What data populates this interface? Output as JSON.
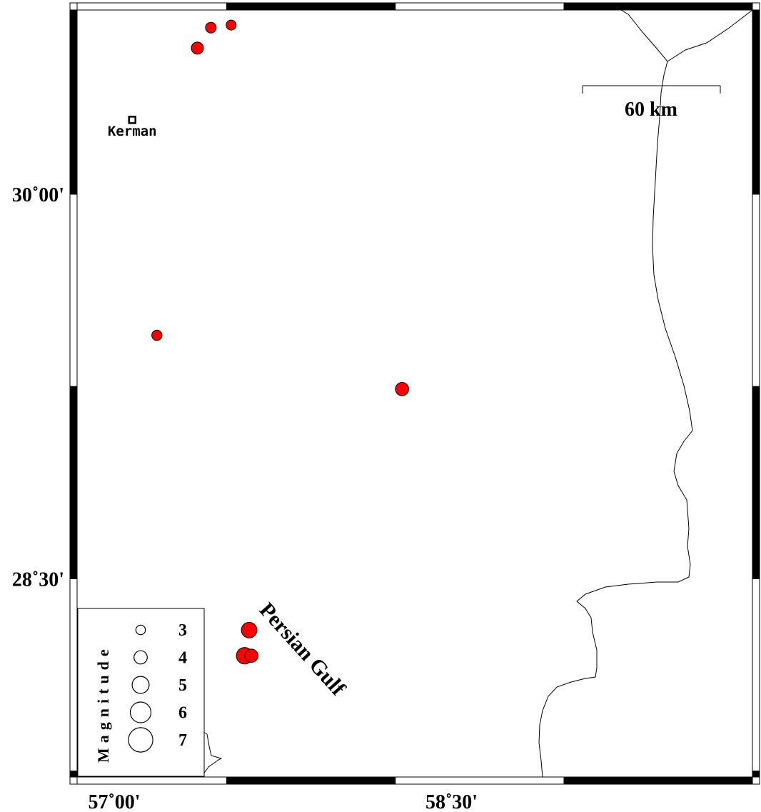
{
  "map": {
    "lat_labels": [
      {
        "lat": 30.0,
        "label": "30˚00'"
      },
      {
        "lat": 28.5,
        "label": "28˚30'"
      }
    ],
    "lon_labels": [
      {
        "lon": 57.0,
        "label": "57˚00'"
      },
      {
        "lon": 58.5,
        "label": "58˚30'"
      }
    ],
    "city": {
      "name": "Kerman",
      "lon": 57.08,
      "lat": 30.29
    },
    "scale_bar": {
      "label": "60 km"
    },
    "region_label": "Persian Gulf",
    "earthquakes": [
      {
        "lon": 57.43,
        "lat": 30.65,
        "mag": 3.3
      },
      {
        "lon": 57.52,
        "lat": 30.66,
        "mag": 3.1
      },
      {
        "lon": 57.37,
        "lat": 30.57,
        "mag": 3.7
      },
      {
        "lon": 57.19,
        "lat": 29.45,
        "mag": 3.2
      },
      {
        "lon": 58.28,
        "lat": 29.24,
        "mag": 4.0
      },
      {
        "lon": 57.6,
        "lat": 28.3,
        "mag": 4.6
      },
      {
        "lon": 57.58,
        "lat": 28.2,
        "mag": 4.9
      },
      {
        "lon": 57.61,
        "lat": 28.2,
        "mag": 4.0
      }
    ],
    "colors": {
      "quake_fill": "#ff0000",
      "frame_black": "#000000",
      "border_line": "#000000"
    }
  },
  "legend": {
    "title": "Magnitude",
    "entries": [
      {
        "mag": 3,
        "label": "3"
      },
      {
        "mag": 4,
        "label": "4"
      },
      {
        "mag": 5,
        "label": "5"
      },
      {
        "mag": 6,
        "label": "6"
      },
      {
        "mag": 7,
        "label": "7"
      }
    ]
  }
}
